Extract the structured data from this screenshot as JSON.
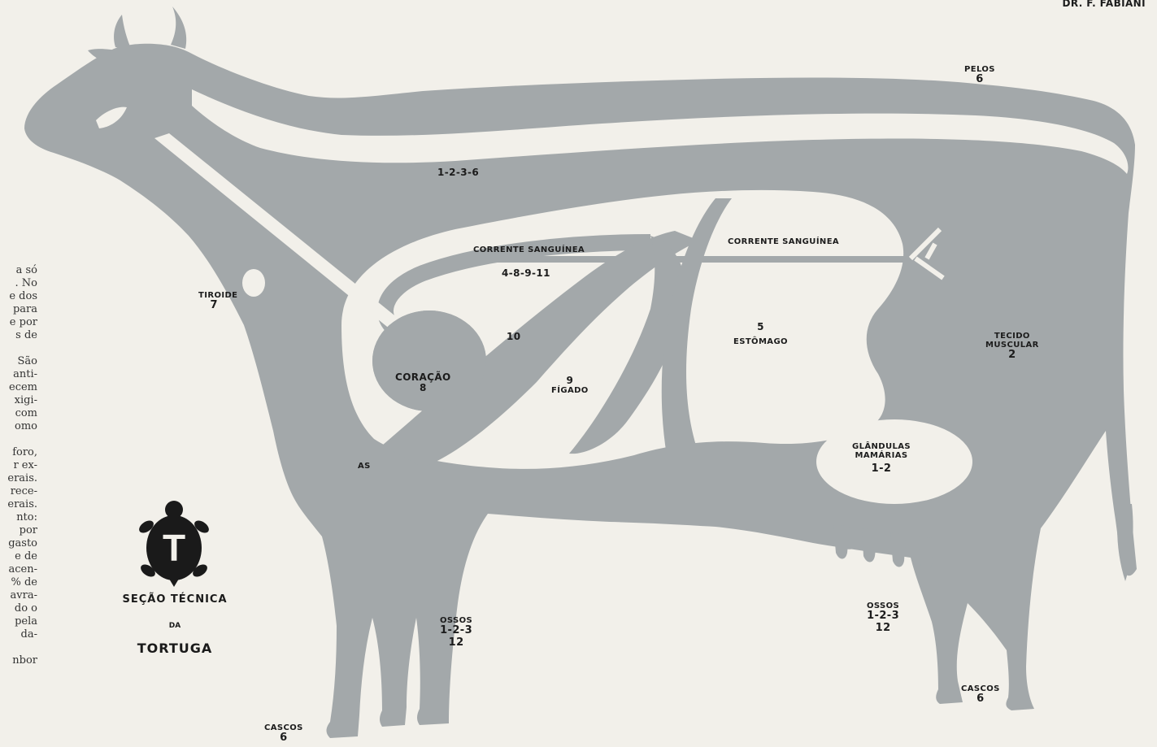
{
  "author": "DR. F. FABIANI",
  "labels": {
    "pelos_name": "PELOS",
    "pelos_num": "6",
    "spine": "1-2-3-6",
    "blood1": "CORRENTE SANGUÍNEA",
    "blood1_num": "4-8-9-11",
    "blood2": "CORRENTE SANGUÍNEA",
    "tiroide_name": "TIROIDE",
    "tiroide_num": "7",
    "num10": "10",
    "coracao_name": "CORAÇÃO",
    "coracao_num": "8",
    "figado_num": "9",
    "figado_name": "FÍGADO",
    "estomago_num": "5",
    "estomago_name": "ESTÔMAGO",
    "tecido_line1": "TECIDO",
    "tecido_line2": "MUSCULAR",
    "tecido_num": "2",
    "glandulas_line1": "GLÂNDULAS",
    "glandulas_line2": "MAMÁRIAS",
    "glandulas_num": "1-2",
    "ossos_front_name": "OSSOS",
    "ossos_front_num1": "1-2-3",
    "ossos_front_num2": "12",
    "ossos_back_name": "OSSOS",
    "ossos_back_num1": "1-2-3",
    "ossos_back_num2": "12",
    "cascos_front_name": "CASCOS",
    "cascos_front_num": "6",
    "cascos_back_name": "CASCOS",
    "cascos_back_num": "6",
    "partial_label": "AS"
  },
  "logo": {
    "letter": "T",
    "line1": "SEÇÃO TÉCNICA",
    "line2": "DA",
    "line3": "TORTUGA"
  },
  "side_text_fragments": [
    "a só",
    ". No",
    "e dos",
    "para",
    "e por",
    "s de",
    "",
    "São",
    "anti-",
    "ecem",
    "xigi-",
    "com",
    "omo",
    "",
    "foro,",
    "r ex-",
    "erais.",
    "rece-",
    "erais.",
    "nto:",
    "por",
    "gasto",
    "e de",
    "acen-",
    "% de",
    "avra-",
    "do o",
    "pela",
    "da-",
    "",
    "nbor"
  ],
  "colors": {
    "paper": "#f2f0ea",
    "cow_body": "#a3a8aa",
    "organ_cavity": "#f2f0ea",
    "organ_fill": "#a3a8aa",
    "text": "#1c1c1c",
    "logo": "#1a1a1a"
  }
}
